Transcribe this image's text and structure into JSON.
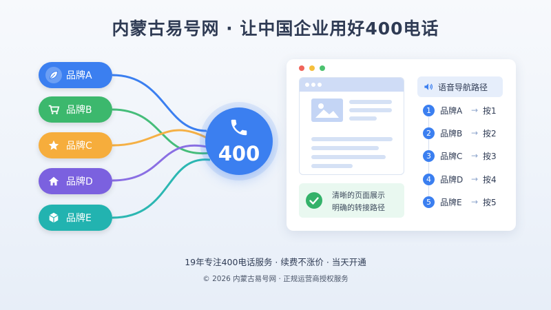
{
  "header": {
    "title": "内蒙古易号网 · 让中国企业用好400电话"
  },
  "brands": [
    {
      "label": "品牌A",
      "icon": "leaf-icon",
      "color": "#3b7ff0",
      "wire": "#3b7ff0"
    },
    {
      "label": "品牌B",
      "icon": "cart-icon",
      "color": "#3cb86d",
      "wire": "#46bd7a"
    },
    {
      "label": "品牌C",
      "icon": "star-icon",
      "color": "#f6ad3c",
      "wire": "#f5b045"
    },
    {
      "label": "品牌D",
      "icon": "home-icon",
      "color": "#7b61df",
      "wire": "#8a6fe3"
    },
    {
      "label": "品牌E",
      "icon": "box-icon",
      "color": "#22b3b0",
      "wire": "#2cb7b2"
    }
  ],
  "hub": {
    "number": "400",
    "icon": "phone-icon"
  },
  "panel": {
    "info_line1": "清晰的页面展示",
    "info_line2": "明确的转接路径",
    "nav_title": "语音导航路径",
    "routes": [
      {
        "step": "1",
        "brand": "品牌A",
        "key": "按1"
      },
      {
        "step": "2",
        "brand": "品牌B",
        "key": "按2"
      },
      {
        "step": "3",
        "brand": "品牌C",
        "key": "按3"
      },
      {
        "step": "4",
        "brand": "品牌D",
        "key": "按4"
      },
      {
        "step": "5",
        "brand": "品牌E",
        "key": "按5"
      }
    ]
  },
  "footer": {
    "line1": "19年专注400电话服务 · 续费不涨价 · 当天开通",
    "line2": "© 2026 内蒙古易号网 · 正规运营商授权服务"
  }
}
